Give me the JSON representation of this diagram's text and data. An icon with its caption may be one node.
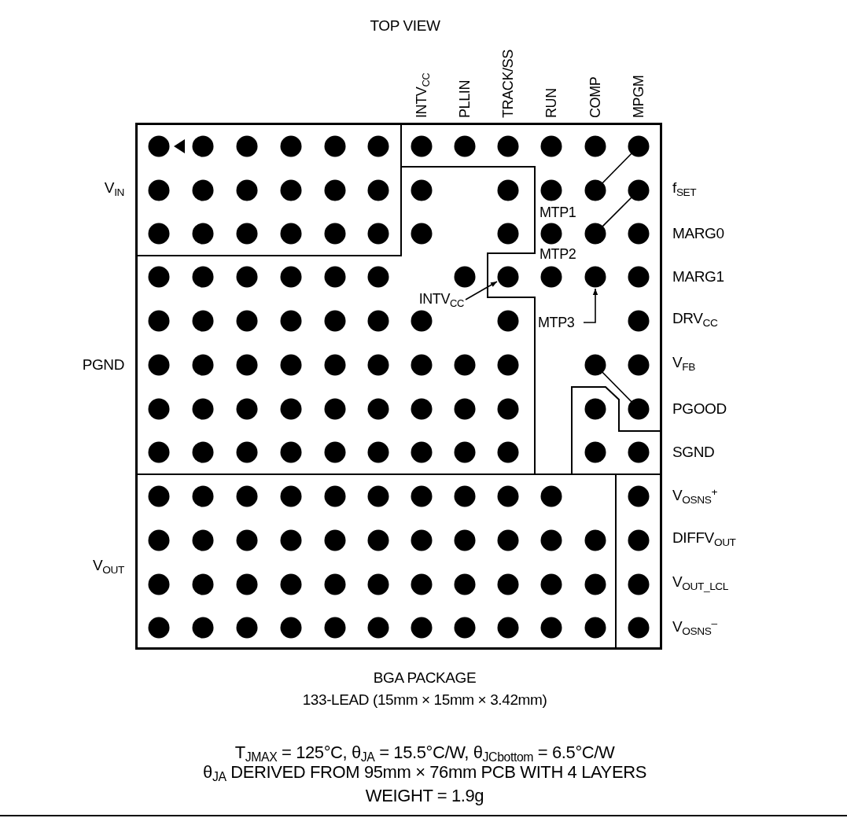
{
  "diagram": {
    "nodes": [
      {
        "text": [
          "INTV$_{CC}$"
        ]
      },
      {
        "text": [
          "MTP3"
        ]
      }
    ],
    "edges": [
      {
        "from": 0,
        "to": null,
        "arrow": "to"
      },
      {
        "from": 1,
        "to": null,
        "arrow": "to"
      }
    ],
    "labels": [
      "TOP VIEW",
      "INTV$_{CC}$",
      "PLLIN",
      "TRACK/SS",
      "RUN",
      "COMP",
      "MPGM",
      "V$_{IN}$",
      "f$_{SET}$",
      "MTP1",
      "MARG0",
      "MTP2",
      "MARG1",
      "DRV$_{CC}$",
      "PGND",
      "V$_{FB}$",
      "PGOOD",
      "SGND",
      "V$_{OSNS}$$^{+}$",
      "DIFFV$_{OUT}$",
      "V$_{OUT}$",
      "V$_{OUT_LCL}$",
      "V$_{OSNS}$$^{–}$",
      "BGA PACKAGE",
      "133-LEAD (15mm × 15mm × 3.42mm)",
      "T$_{JMAX}$ = 125°C, θ$_{JA}$ = 15.5°C/W, θ$_{JCbottom}$ = 6.5°C/W",
      "θ$_{JA}$ DERIVED FROM 95mm × 76mm PCB WITH 4 LAYERS",
      "WEIGHT = 1.9g"
    ]
  }
}
